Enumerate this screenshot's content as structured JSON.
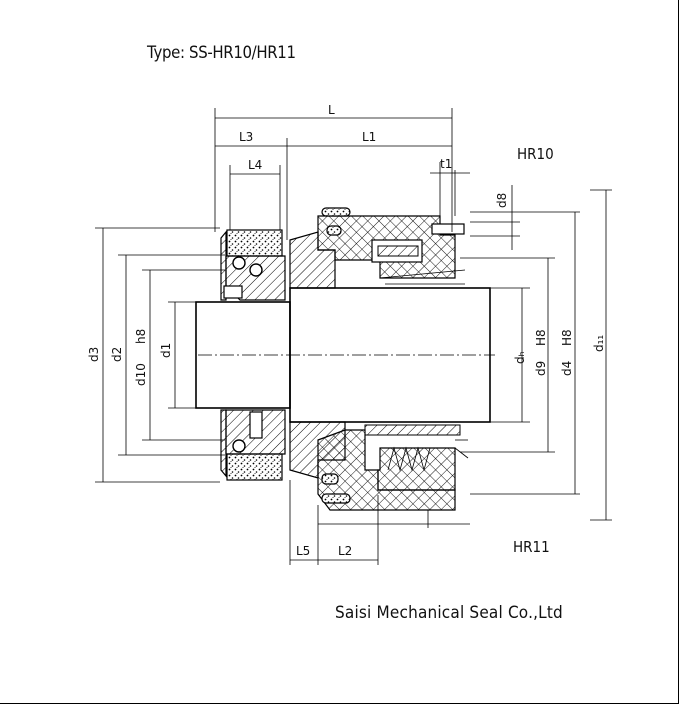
{
  "title": "Type: SS-HR10/HR11",
  "variant_top": "HR10",
  "variant_bottom": "HR11",
  "company": "Saisi Mechanical Seal Co.,Ltd",
  "dimensions": {
    "L": "L",
    "L1": "L1",
    "L2": "L2",
    "L3": "L3",
    "L4": "L4",
    "L5": "L5",
    "t1": "t1",
    "d8": "d8",
    "d1": "d1",
    "d2": "d2",
    "d3": "d3",
    "d10": "d10",
    "h8_left": "h8",
    "dh": "dₕ",
    "H8_a": "H8",
    "d9": "d9",
    "d4": "d4",
    "H8_b": "H8",
    "d11": "d₁₁"
  }
}
